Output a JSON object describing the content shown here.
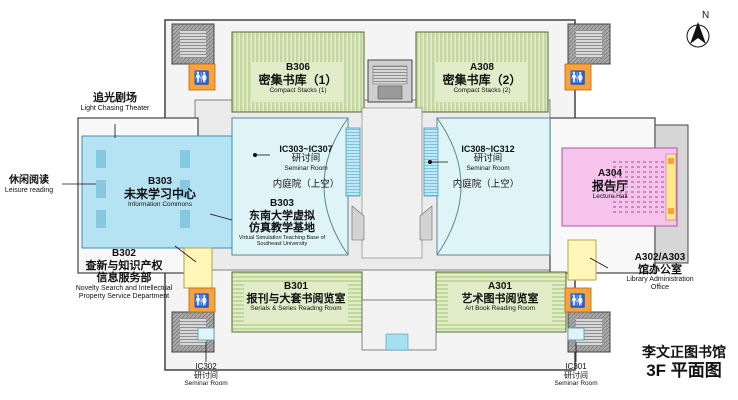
{
  "compass": {
    "label": "N"
  },
  "title": {
    "line1": "李文正图书馆",
    "line2": "3F 平面图"
  },
  "colors": {
    "stacks_green": "#e1ecc8",
    "shelf_green": "#c7dca3",
    "seminar_cyan": "#dff4f7",
    "information_blue": "#b6e3f4",
    "lecture_pink": "#f5c3ec",
    "office_yellow": "#fff6b8",
    "restroom_orange": "#f7a23a",
    "core_gray": "#9a9a9a"
  },
  "rooms": {
    "b306": {
      "code": "B306",
      "cn": "密集书库（1）",
      "en": "Compact Stacks (1)"
    },
    "a308": {
      "code": "A308",
      "cn": "密集书库（2）",
      "en": "Compact Stacks (2)"
    },
    "seminar_left": {
      "code": "IC303~IC307",
      "cn": "研讨间",
      "en": "Seminar Room"
    },
    "seminar_right": {
      "code": "IC308~IC312",
      "cn": "研讨间",
      "en": "Seminar Room"
    },
    "courtyard_left": {
      "cn": "内庭院（上空）"
    },
    "courtyard_right": {
      "cn": "内庭院（上空）"
    },
    "b303_commons": {
      "code": "B303",
      "cn": "未来学习中心",
      "en": "Information Commons"
    },
    "b303_virtual": {
      "code": "B303",
      "cn1": "东南大学虚拟",
      "cn2": "仿真教学基地",
      "en1": "Virtual Simulation Teaching Base of",
      "en2": "Southeast University"
    },
    "a304": {
      "code": "A304",
      "cn": "报告厅",
      "en": "Lecture Hall"
    },
    "b301": {
      "code": "B301",
      "cn": "报刊与大套书阅览室",
      "en": "Serials & Series Reading Room"
    },
    "a301": {
      "code": "A301",
      "cn": "艺术图书阅览室",
      "en": "Art Book Reading Room"
    }
  },
  "callouts": {
    "theater": {
      "cn": "追光剧场",
      "en": "Light Chasing Theater"
    },
    "leisure": {
      "cn": "休闲阅读",
      "en": "Leisure reading"
    },
    "b302": {
      "code": "B302",
      "cn1": "查新与知识产权",
      "cn2": "信息服务部",
      "en1": "Novelty Search and Intellectual",
      "en2": "Property Service Department"
    },
    "admin": {
      "code": "A302/A303",
      "cn": "馆办公室",
      "en1": "Library Administration",
      "en2": "Office"
    },
    "ic302": {
      "code": "IC302",
      "cn": "研讨间",
      "en": "Seminar Room"
    },
    "ic301": {
      "code": "IC301",
      "cn": "研讨间",
      "en": "Seminar Room"
    }
  },
  "icons": [
    "north-arrow-icon",
    "restroom-icon"
  ]
}
